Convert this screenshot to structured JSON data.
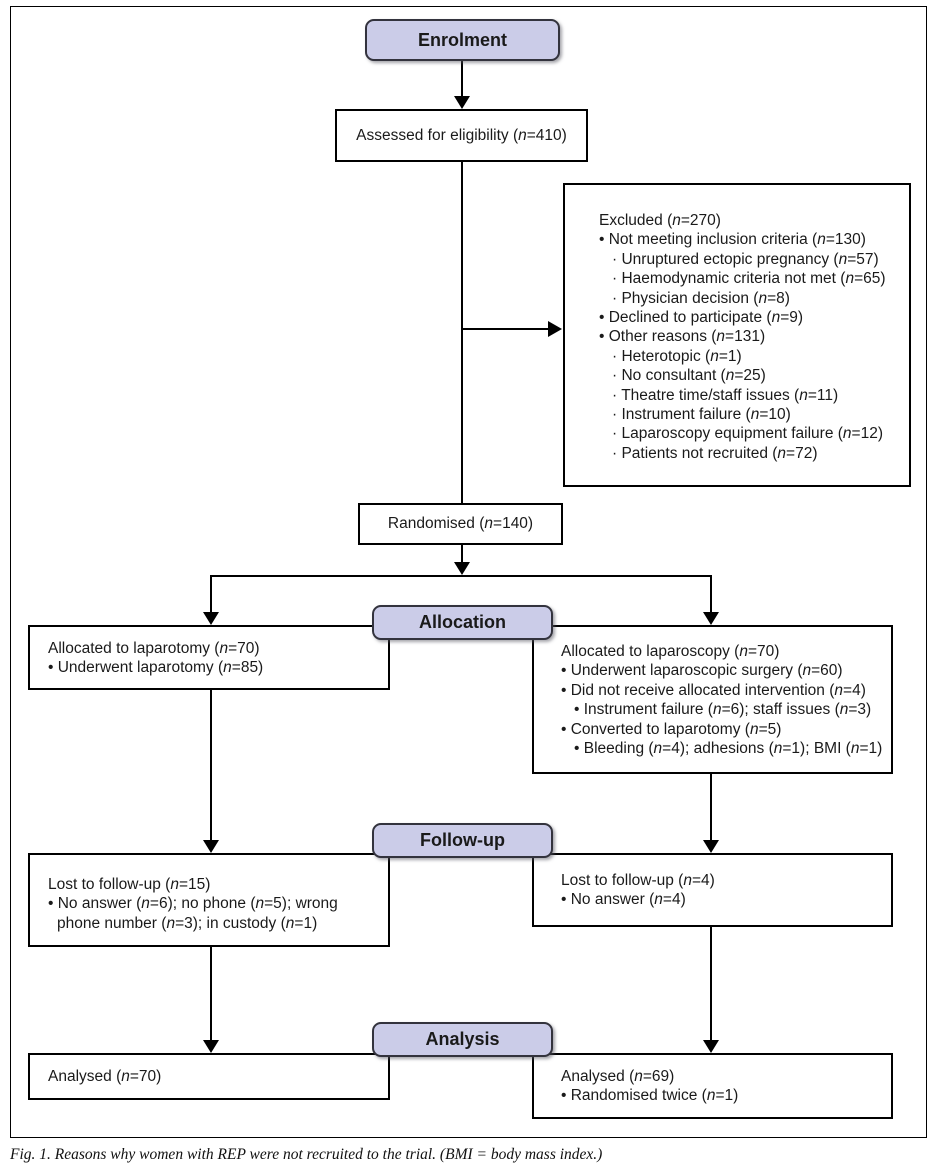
{
  "figure": {
    "caption": "Fig. 1. Reasons why women with REP were not recruited to the trial. (BMI = body mass index.)"
  },
  "labels": {
    "enrolment": "Enrolment",
    "allocation": "Allocation",
    "followup": "Follow-up",
    "analysis": "Analysis"
  },
  "boxes": {
    "assessed": {
      "text": "Assessed for eligibility (n=410)"
    },
    "excluded": {
      "lines": [
        "Excluded (n=270)",
        "• Not meeting inclusion criteria (n=130)",
        "· Unruptured ectopic pregnancy (n=57)",
        "· Haemodynamic criteria not met (n=65)",
        "· Physician decision (n=8)",
        "• Declined to participate (n=9)",
        "• Other reasons (n=131)",
        "· Heterotopic (n=1)",
        "· No consultant (n=25)",
        "· Theatre time/staff issues (n=11)",
        "· Instrument failure (n=10)",
        "· Laparoscopy equipment failure (n=12)",
        "· Patients not recruited (n=72)"
      ]
    },
    "randomised": {
      "text": "Randomised (n=140)"
    },
    "alloc_left": {
      "lines": [
        "Allocated to laparotomy (n=70)",
        "• Underwent laparotomy (n=85)"
      ]
    },
    "alloc_right": {
      "lines": [
        "Allocated to laparoscopy (n=70)",
        "• Underwent laparoscopic surgery (n=60)",
        "• Did not receive allocated intervention (n=4)",
        "• Instrument failure (n=6); staff issues (n=3)",
        "• Converted to laparotomy (n=5)",
        "• Bleeding (n=4); adhesions (n=1); BMI (n=1)"
      ]
    },
    "followup_left": {
      "lines": [
        "Lost to follow-up (n=15)",
        "• No answer (n=6); no phone (n=5); wrong",
        "phone number (n=3); in custody (n=1)"
      ]
    },
    "followup_right": {
      "lines": [
        "Lost to follow-up (n=4)",
        "• No answer (n=4)"
      ]
    },
    "analysis_left": {
      "lines": [
        "Analysed (n=70)"
      ]
    },
    "analysis_right": {
      "lines": [
        "Analysed (n=69)",
        "• Randomised twice (n=1)"
      ]
    }
  },
  "colors": {
    "label_fill": "#cbcce8",
    "label_border": "#33333d",
    "line": "#000000"
  }
}
